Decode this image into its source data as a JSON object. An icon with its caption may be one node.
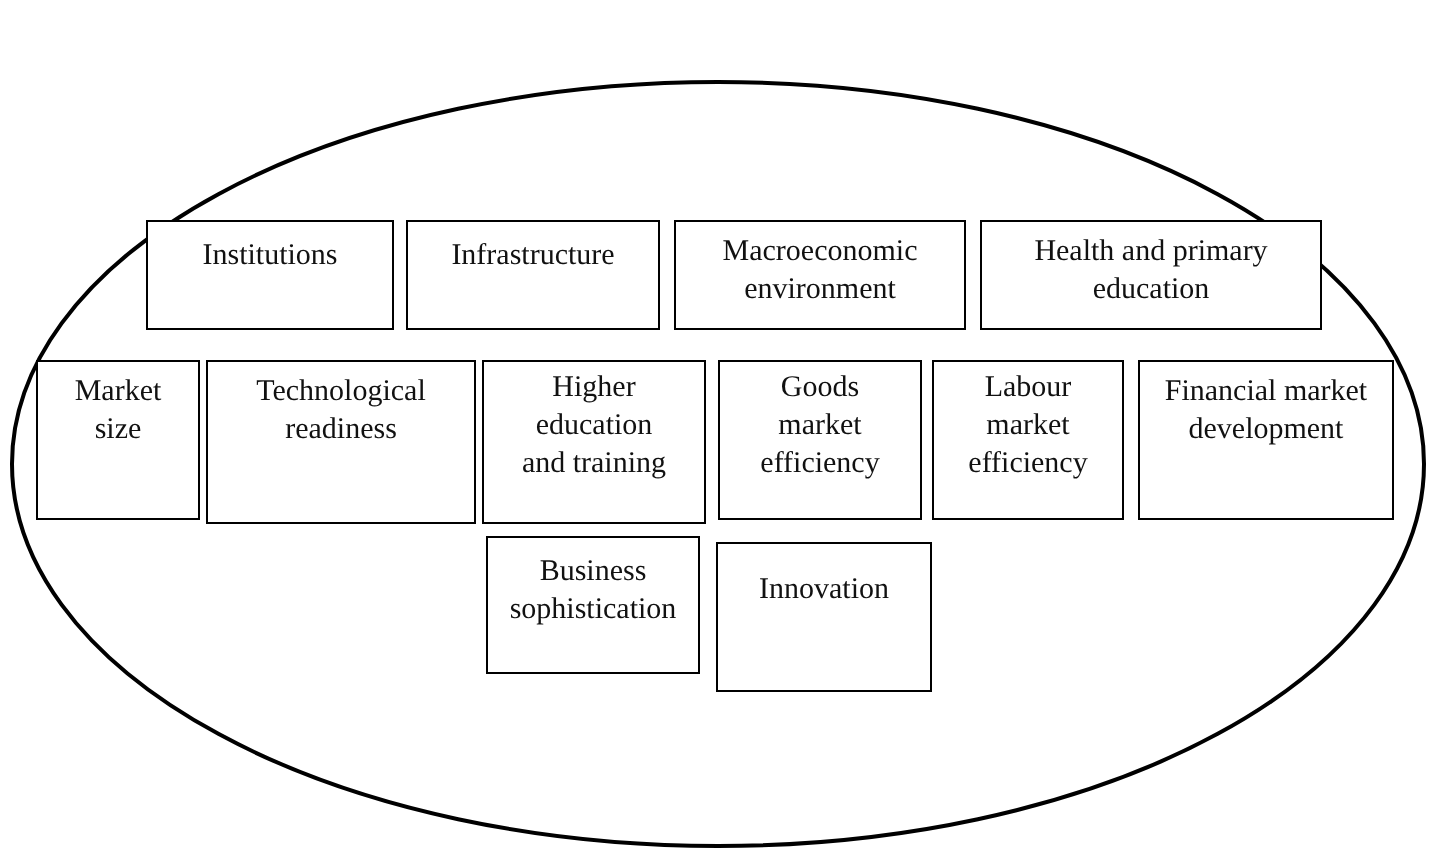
{
  "diagram": {
    "nodes": [
      {
        "text": [],
        "shape": "ellipse"
      },
      {
        "text": [
          "Institutions"
        ],
        "in": 0
      },
      {
        "text": [
          "Infrastructure"
        ],
        "in": 0
      },
      {
        "text": [
          "Macroeconomic environment"
        ],
        "in": 0
      },
      {
        "text": [
          "Health and primary education"
        ],
        "in": 0
      },
      {
        "text": [
          "Market size"
        ],
        "in": 0
      },
      {
        "text": [
          "Technological readiness"
        ],
        "in": 0
      },
      {
        "text": [
          "Higher education and training"
        ],
        "in": 0
      },
      {
        "text": [
          "Goods market efficiency"
        ],
        "in": 0
      },
      {
        "text": [
          "Labour market efficiency"
        ],
        "in": 0
      },
      {
        "text": [
          "Financial market development"
        ],
        "in": 0
      },
      {
        "text": [
          "Business sophistication"
        ],
        "in": 0
      },
      {
        "text": [
          "Innovation"
        ],
        "in": 0
      }
    ]
  }
}
